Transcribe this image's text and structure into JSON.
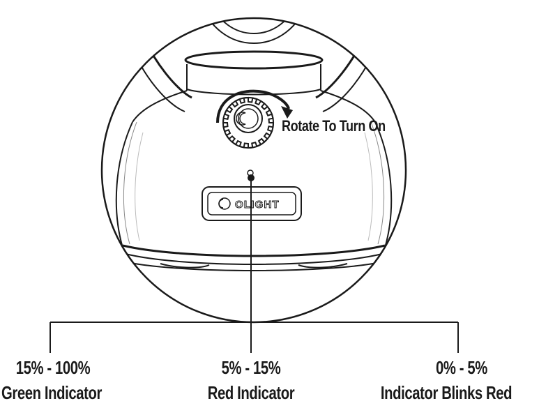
{
  "rotate_label": "Rotate To Turn On",
  "brand_label": "OLIGHT",
  "indicators": [
    {
      "range": "15% - 100%",
      "description": "Green Indicator"
    },
    {
      "range": "5% - 15%",
      "description": "Red Indicator"
    },
    {
      "range": "0% - 5%",
      "description": "Indicator Blinks Red"
    }
  ]
}
